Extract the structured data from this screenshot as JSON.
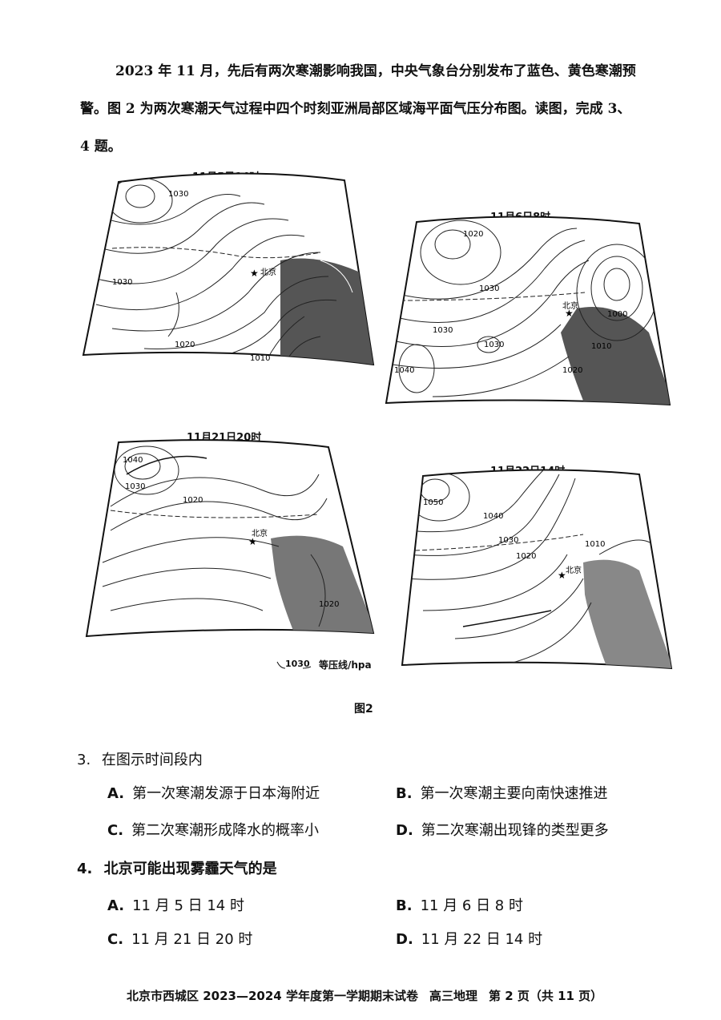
{
  "intro": {
    "line1": "2023 年 11 月，先后有两次寒潮影响我国，中央气象台分别发布了蓝色、黄色寒潮预",
    "line2": "警。图 2 为两次寒潮天气过程中四个时刻亚洲局部区域海平面气压分布图。读图，完成 3、",
    "line3": "4 题。"
  },
  "maps": [
    {
      "title": "11月5日14时",
      "city": "北京",
      "isobar_labels": [
        "1030",
        "1030",
        "1020",
        "1010"
      ]
    },
    {
      "title": "11月6日8时",
      "city": "北京",
      "isobar_labels": [
        "1020",
        "1030",
        "1030",
        "1030",
        "1040",
        "1020",
        "1010",
        "1000"
      ]
    },
    {
      "title": "11月21日20时",
      "city": "北京",
      "isobar_labels": [
        "1040",
        "1030",
        "1020",
        "1020"
      ]
    },
    {
      "title": "11月22日14时",
      "city": "北京",
      "isobar_labels": [
        "1050",
        "1040",
        "1030",
        "1020",
        "1010"
      ]
    }
  ],
  "legend": {
    "sample_value": "1030",
    "label": "等压线/hpa"
  },
  "figure_caption": "图2",
  "questions": [
    {
      "number": "3.",
      "stem": "在图示时间段内",
      "options": [
        {
          "letter": "A.",
          "text": "第一次寒潮发源于日本海附近"
        },
        {
          "letter": "B.",
          "text": "第一次寒潮主要向南快速推进"
        },
        {
          "letter": "C.",
          "text": "第二次寒潮形成降水的概率小"
        },
        {
          "letter": "D.",
          "text": "第二次寒潮出现锋的类型更多"
        }
      ]
    },
    {
      "number": "4.",
      "stem": "北京可能出现雾霾天气的是",
      "options": [
        {
          "letter": "A.",
          "text": "11 月 5 日 14 时"
        },
        {
          "letter": "B.",
          "text": "11 月 6 日 8 时"
        },
        {
          "letter": "C.",
          "text": "11 月 21 日 20 时"
        },
        {
          "letter": "D.",
          "text": "11 月 22 日 14 时"
        }
      ]
    }
  ],
  "footer": {
    "school": "北京市西城区 2023—2024 学年度第一学期期末试卷",
    "subject": "高三地理",
    "page": "第 2 页（共 11 页）"
  }
}
